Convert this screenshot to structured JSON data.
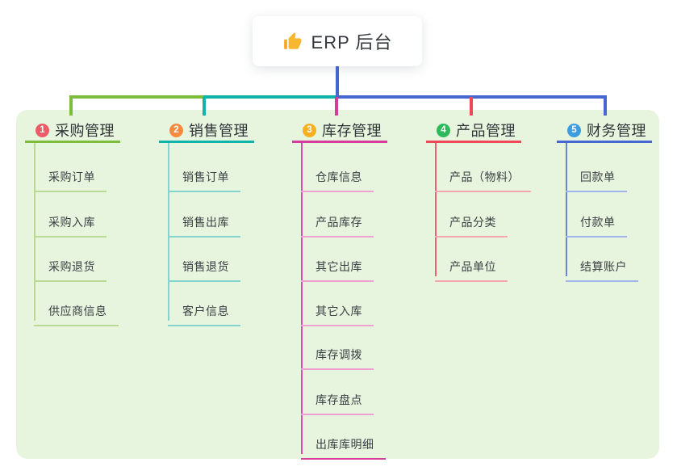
{
  "root": {
    "title": "ERP 后台",
    "icon": "thumbs-up-icon",
    "icon_color": "#f7b731"
  },
  "canvas": {
    "panel_background": "#e8f5de",
    "trunk_color": "#4666d1",
    "card_background": "#ffffff"
  },
  "branches": [
    {
      "badge": "1",
      "title": "采购管理",
      "badge_color": "#ee5b68",
      "line_color": "#7cbe3b",
      "child_line_color": "#bada94",
      "vertical_color": "#bada94",
      "emphasis_last_child": false,
      "children": [
        "采购订单",
        "采购入库",
        "采购退货",
        "供应商信息"
      ]
    },
    {
      "badge": "2",
      "title": "销售管理",
      "badge_color": "#f58b3e",
      "line_color": "#0fb3a9",
      "child_line_color": "#82d4cd",
      "vertical_color": "#82d4cd",
      "emphasis_last_child": false,
      "children": [
        "销售订单",
        "销售出库",
        "销售退货",
        "客户信息"
      ]
    },
    {
      "badge": "3",
      "title": "库存管理",
      "badge_color": "#f7b021",
      "line_color": "#d53c9c",
      "child_line_color": "#efa0d3",
      "vertical_color": "#d94fa7",
      "emphasis_last_child": true,
      "children": [
        "仓库信息",
        "产品库存",
        "其它出库",
        "其它入库",
        "库存调拨",
        "库存盘点",
        "出库库明细"
      ]
    },
    {
      "badge": "4",
      "title": "产品管理",
      "badge_color": "#2fb95d",
      "line_color": "#ef4758",
      "child_line_color": "#f5a4b0",
      "vertical_color": "#ef5f72",
      "emphasis_last_child": false,
      "children": [
        "产品（物料）",
        "产品分类",
        "产品单位"
      ]
    },
    {
      "badge": "5",
      "title": "财务管理",
      "badge_color": "#3f9cdc",
      "line_color": "#4666d1",
      "child_line_color": "#a2b5ea",
      "vertical_color": "#6a83dd",
      "emphasis_last_child": false,
      "children": [
        "回款单",
        "付款单",
        "结算账户"
      ]
    }
  ]
}
